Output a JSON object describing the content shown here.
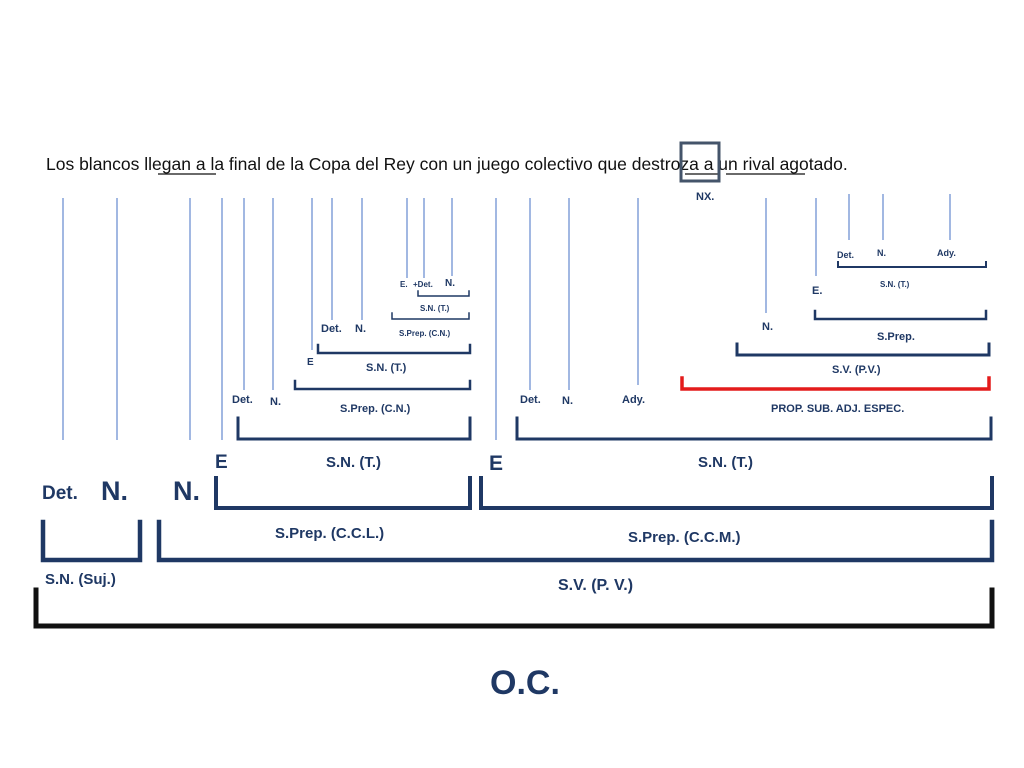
{
  "sentence": {
    "part1": "Los blancos ",
    "verb1": "llegan ",
    "part2": "a la final de la Copa del Rey con un juego colectivo ",
    "relative": "que",
    "part3": " ",
    "verb2": "destroza",
    "part4": " a un rival agotado."
  },
  "relative_tag": "NX.",
  "labels": {
    "det_main": "Det.",
    "n_main1": "N.",
    "n_main2": "N.",
    "sn_suj": "S.N. (Suj.)",
    "sv_pv_main": "S.V. (P. V.)",
    "oc": "O.C.",
    "e_ccl": "E",
    "sn_t_ccl": "S.N. (T.)",
    "sprep_ccl": "S.Prep. (C.C.L.)",
    "e_ccm": "E",
    "sn_t_ccm": "S.N. (T.)",
    "sprep_ccm": "S.Prep. (C.C.M.)",
    "det_final": "Det.",
    "n_final": "N.",
    "sprep_cn_outer": "S.Prep. (C.N.)",
    "e_copa": "E",
    "sn_t_copa": "S.N. (T.)",
    "det_copa": "Det.",
    "n_copa": "N.",
    "sprep_cn_inner": "S.Prep. (C.N.)",
    "sn_t_rey": "S.N. (T.)",
    "e_rey": "E.",
    "det_rey": "+Det.",
    "n_rey": "N.",
    "det_juego": "Det.",
    "n_juego": "N.",
    "ady_juego": "Ady.",
    "prop_sub": "PROP. SUB. ADJ. ESPEC.",
    "sv_pv_sub": "S.V. (P.V.)",
    "n_verb": "N.",
    "sprep_sub": "S.Prep.",
    "e_sub": "E.",
    "sn_t_sub": "S.N. (T.)",
    "det_rival": "Det.",
    "n_rival": "N.",
    "ady_rival": "Ady."
  },
  "colors": {
    "bracket": "#1f3864",
    "label": "#1f3864",
    "relative_bracket": "#e41b1b",
    "root_bracket": "#111111",
    "word_line": "#4472c4",
    "highlight_box": "#44546a"
  }
}
